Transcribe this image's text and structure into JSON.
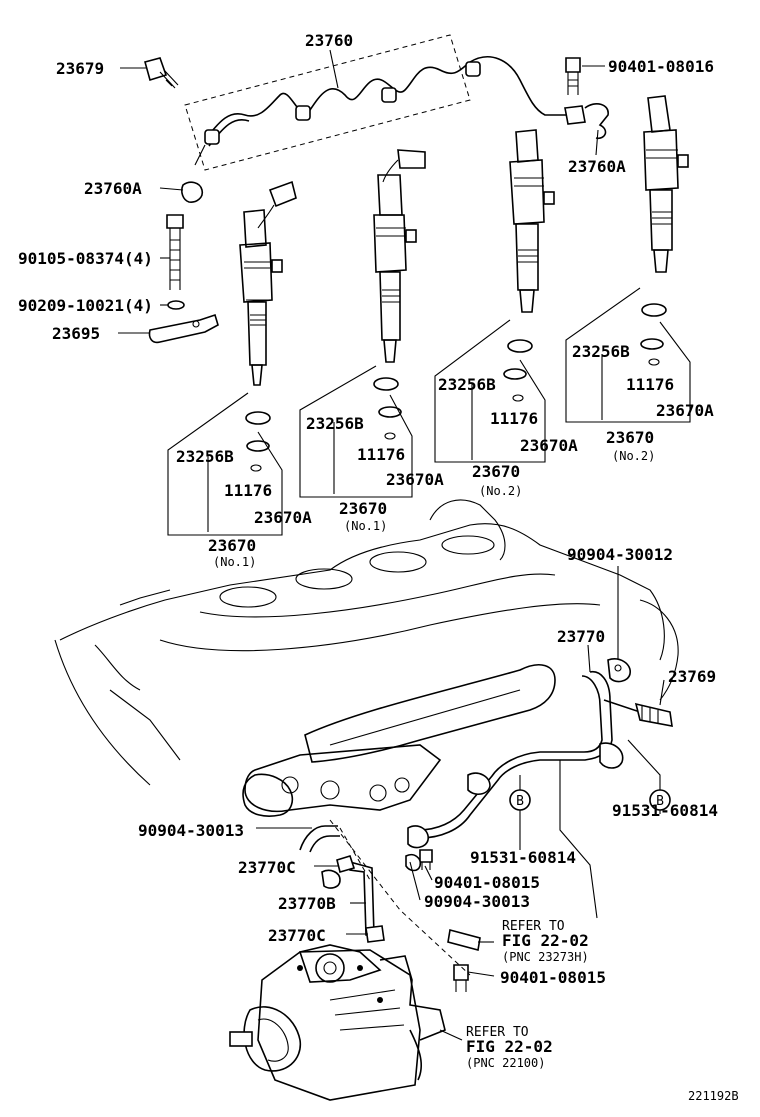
{
  "diagram": {
    "figure_id": "221192B",
    "labels": {
      "l23760": "23760",
      "l23679": "23679",
      "l90401_08016": "90401-08016",
      "l23760A_left": "23760A",
      "l23760A_right": "23760A",
      "l90105_08374": "90105-08374(4)",
      "l90209_10021": "90209-10021(4)",
      "l23695": "23695",
      "g1_23256B": "23256B",
      "g1_11176": "11176",
      "g1_23670A": "23670A",
      "g1_23670": "23670",
      "g1_no": "(No.1)",
      "g2_23256B": "23256B",
      "g2_11176": "11176",
      "g2_23670A": "23670A",
      "g2_23670": "23670",
      "g2_no": "(No.1)",
      "g3_23256B": "23256B",
      "g3_11176": "11176",
      "g3_23670A": "23670A",
      "g3_23670": "23670",
      "g3_no": "(No.2)",
      "g4_23256B": "23256B",
      "g4_11176": "11176",
      "g4_23670A": "23670A",
      "g4_23670": "23670",
      "g4_no": "(No.2)",
      "l90904_30012": "90904-30012",
      "l23770": "23770",
      "l23769": "23769",
      "l91531_60814_right": "91531-60814",
      "l91531_60814_mid": "91531-60814",
      "l90904_30013_left": "90904-30013",
      "l23770C_top": "23770C",
      "l90401_08015_top": "90401-08015",
      "l90904_30013_mid": "90904-30013",
      "l23770B": "23770B",
      "l23770C_bottom": "23770C",
      "ref1_line1": "REFER TO",
      "ref1_line2": "FIG 22-02",
      "ref1_line3": "(PNC 23273H)",
      "l90401_08015_bottom": "90401-08015",
      "ref2_line1": "REFER TO",
      "ref2_line2": "FIG 22-02",
      "ref2_line3": "(PNC 22100)",
      "marker_B": "B"
    }
  }
}
